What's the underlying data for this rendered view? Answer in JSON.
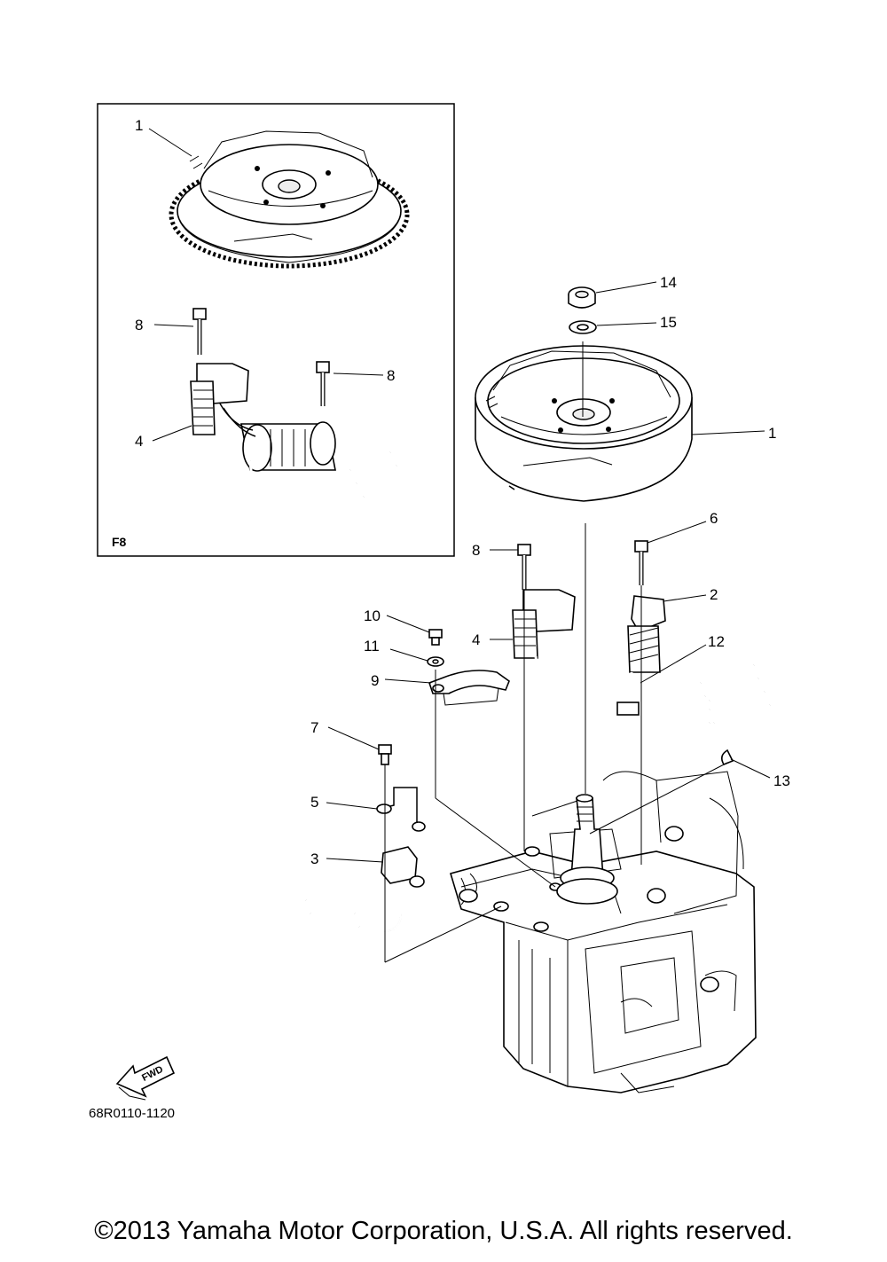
{
  "inset": {
    "label": "F8"
  },
  "callouts": {
    "inset_1": "1",
    "inset_8a": "8",
    "inset_8b": "8",
    "inset_4": "4",
    "c14": "14",
    "c15": "15",
    "c1": "1",
    "c6": "6",
    "c8": "8",
    "c2": "2",
    "c10": "10",
    "c4": "4",
    "c12": "12",
    "c11": "11",
    "c9": "9",
    "c7": "7",
    "c13": "13",
    "c5": "5",
    "c3": "3"
  },
  "direction": {
    "label": "FWD",
    "icon": "fwd-arrow-icon"
  },
  "diagram_code": "68R0110-1120",
  "copyright": "©2013 Yamaha Motor Corporation, U.S.A. All rights reserved."
}
